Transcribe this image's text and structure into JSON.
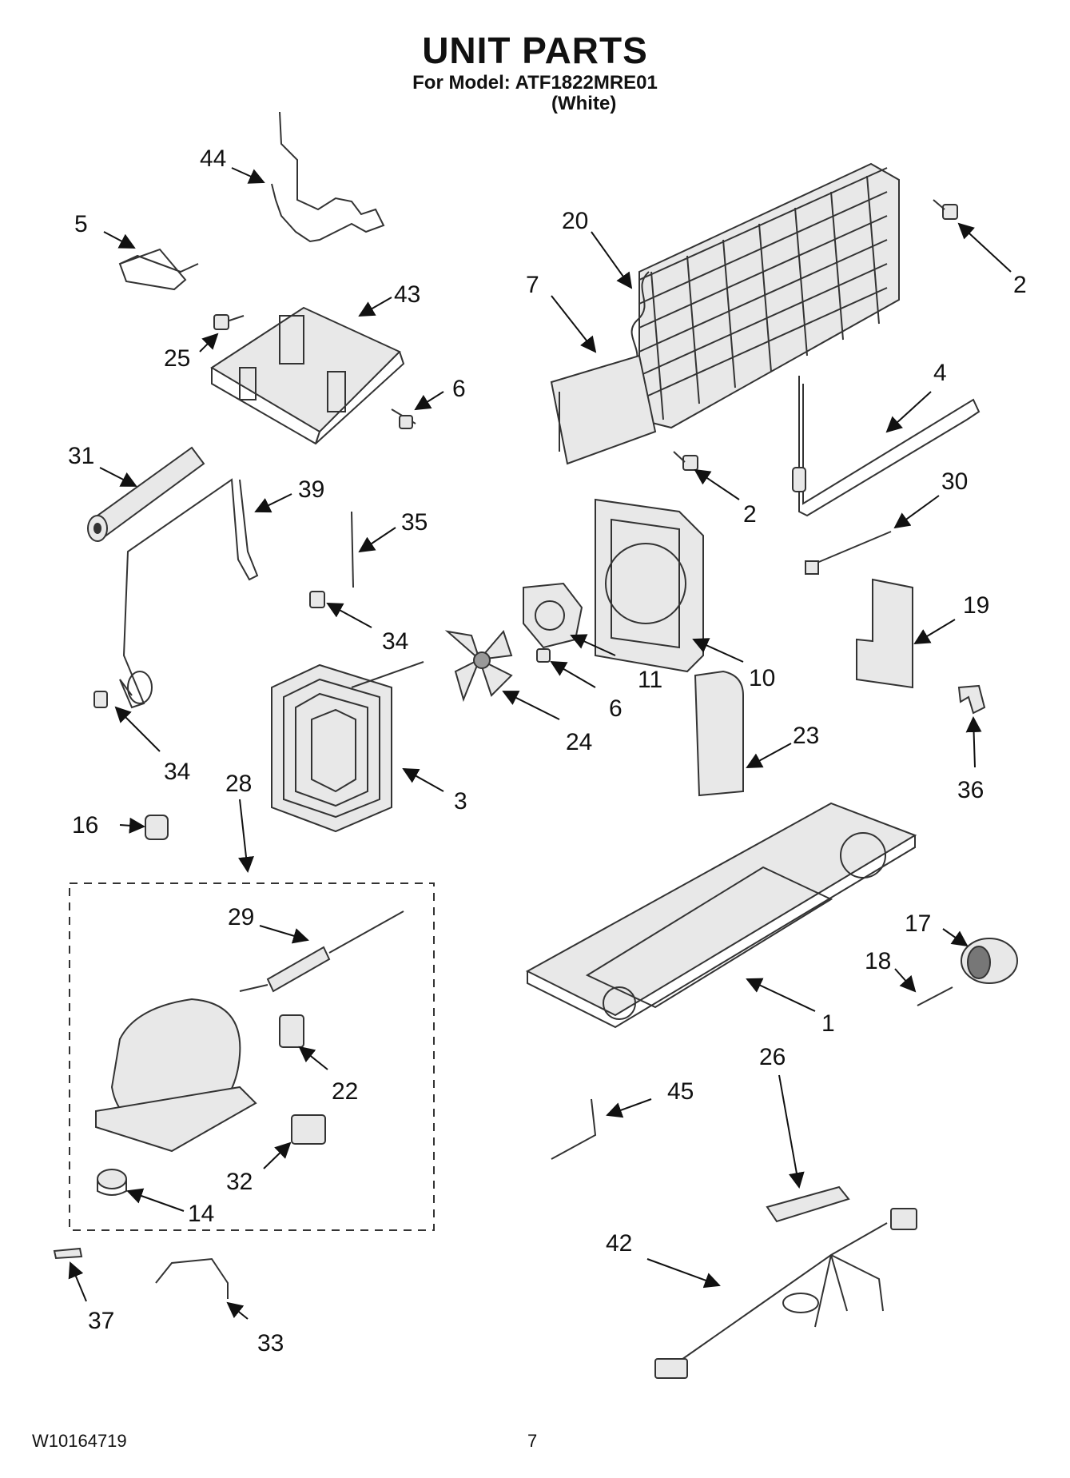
{
  "header": {
    "title": "UNIT PARTS",
    "model_line": "For Model: ATF1822MRE01",
    "color_line": "(White)"
  },
  "footer": {
    "doc_number": "W10164719",
    "page_number": "7"
  },
  "callouts": [
    "44",
    "5",
    "43",
    "25",
    "6",
    "31",
    "39",
    "35",
    "34",
    "34",
    "16",
    "28",
    "3",
    "24",
    "11",
    "6",
    "10",
    "20",
    "7",
    "2",
    "2",
    "4",
    "30",
    "19",
    "23",
    "36",
    "29",
    "22",
    "32",
    "14",
    "1",
    "17",
    "18",
    "26",
    "45",
    "42",
    "37",
    "33"
  ]
}
